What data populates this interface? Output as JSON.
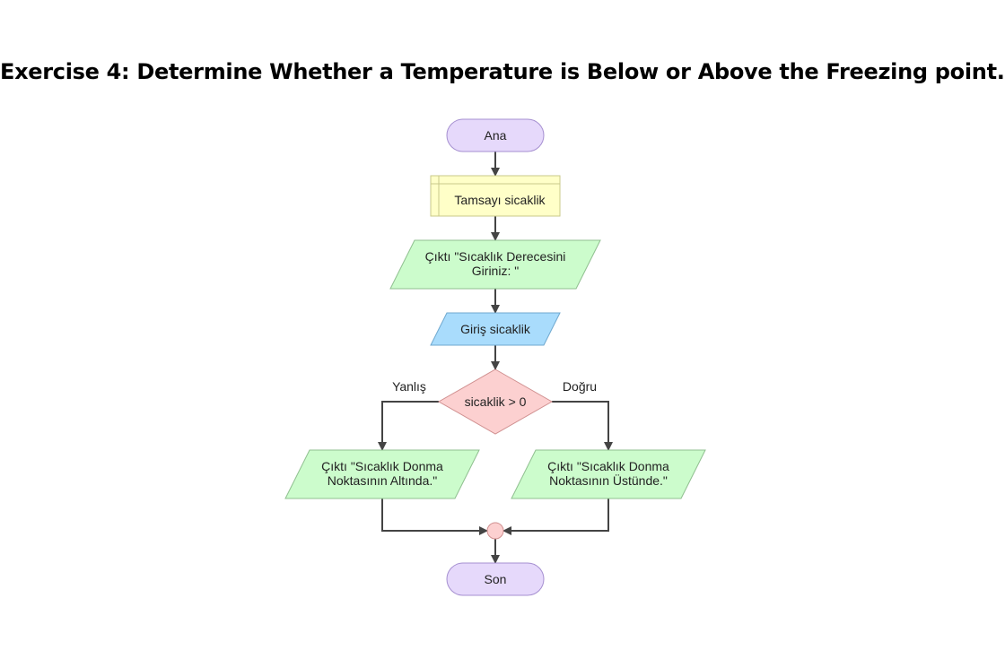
{
  "title": "Exercise 4: Determine Whether a Temperature is Below or Above the Freezing point.",
  "colors": {
    "terminal_fill": "#e6d9fb",
    "terminal_stroke": "#a58fd0",
    "declare_fill": "#ffffc8",
    "declare_stroke": "#c9c98a",
    "output_fill": "#ccfccc",
    "output_stroke": "#8fbf8f",
    "input_fill": "#a9dcfc",
    "input_stroke": "#6fa8cf",
    "decision_fill": "#fcd0d0",
    "decision_stroke": "#d09090",
    "connector_fill": "#fcd0d0",
    "edge": "#444444"
  },
  "flow": {
    "start": "Ana",
    "declare": "Tamsayı sicaklik",
    "prompt_line1": "Çıktı \"Sıcaklık Derecesini",
    "prompt_line2": "Giriniz: \"",
    "input": "Giriş sicaklik",
    "decision": "sicaklik > 0",
    "false_label": "Yanlış",
    "true_label": "Doğru",
    "output_false_line1": "Çıktı \"Sıcaklık Donma",
    "output_false_line2": "Noktasının Altında.\"",
    "output_true_line1": "Çıktı \"Sıcaklık Donma",
    "output_true_line2": "Noktasının Üstünde.\"",
    "end": "Son"
  }
}
